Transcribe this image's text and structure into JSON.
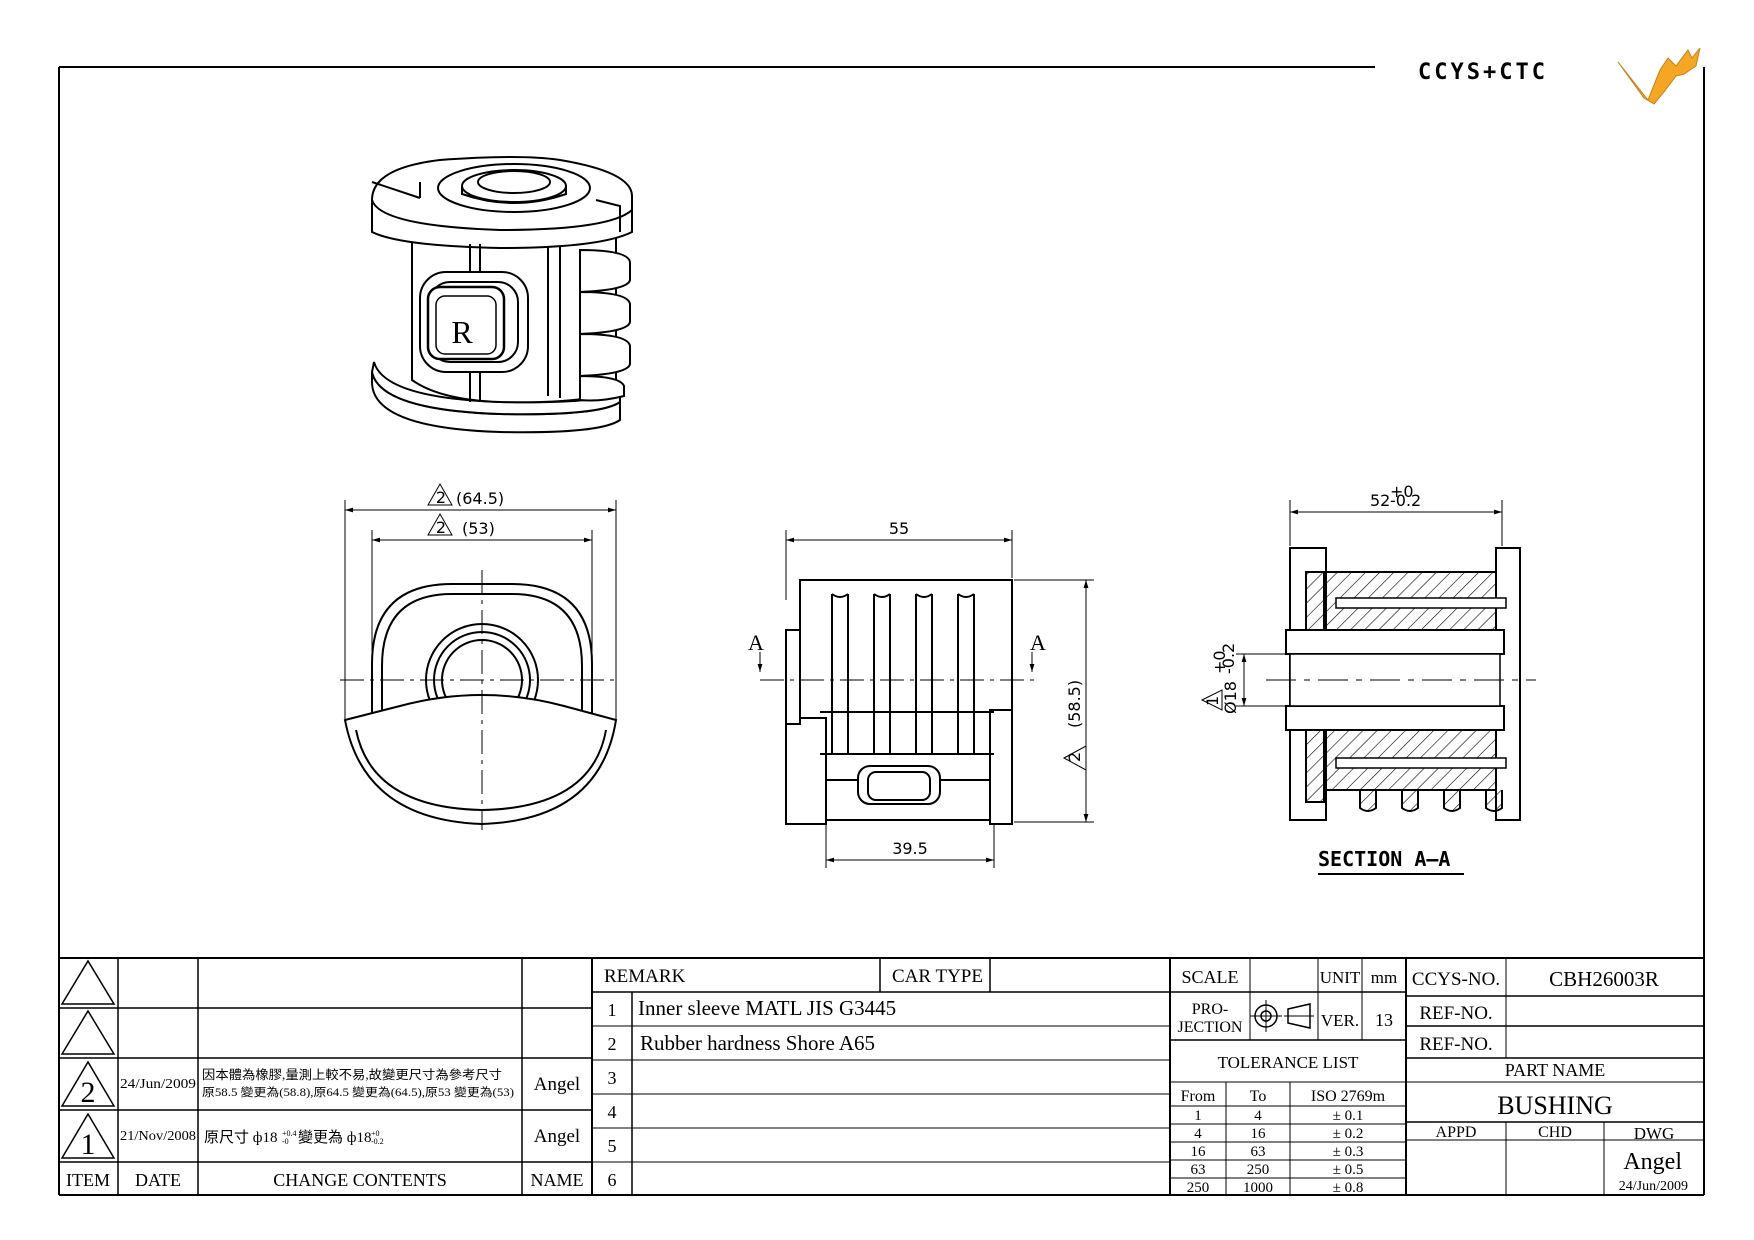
{
  "logo": {
    "text": "CCYS+CTC",
    "mark": "bird-logo-icon",
    "accent": "#f5a623",
    "text_color": "#888888"
  },
  "dimensions": {
    "top_outer": "(64.5)",
    "top_inner": "(53)",
    "front_width": "55",
    "front_height": "(58.5)",
    "front_bottom": "39.5",
    "section_width": "52",
    "section_width_tol_upper": "+0",
    "section_width_tol_lower": "-0.2",
    "section_dia": "Ø18",
    "section_dia_tol_upper": "+0",
    "section_dia_tol_lower": "-0.2",
    "rev_mark_2": "2",
    "rev_mark_1": "1",
    "cut_label": "A"
  },
  "iso_badge": "R",
  "section_title": "SECTION A–A",
  "revisions": {
    "headers": {
      "item": "ITEM",
      "date": "DATE",
      "change": "CHANGE CONTENTS",
      "name": "NAME"
    },
    "rows": [
      {
        "item": "",
        "date": "",
        "change": "",
        "name": ""
      },
      {
        "item": "",
        "date": "",
        "change": "",
        "name": ""
      },
      {
        "item": "2",
        "date": "24/Jun/2009",
        "change_line1": "因本體為橡膠,量測上較不易,故變更尺寸為參考尺寸",
        "change_line2": "原58.5 變更為(58.8),原64.5 變更為(64.5),原53 變更為(53)",
        "name": "Angel"
      },
      {
        "item": "1",
        "date": "21/Nov/2008",
        "change_line1": "原尺寸 ф18",
        "change_mid": "變更為 ф18",
        "name": "Angel"
      }
    ]
  },
  "remarks": {
    "header": "REMARK",
    "car_type_label": "CAR TYPE",
    "car_type_value": "",
    "items": [
      {
        "no": "1",
        "text": "Inner sleeve MATL JIS G3445"
      },
      {
        "no": "2",
        "text": "Rubber hardness Shore A65"
      },
      {
        "no": "3",
        "text": ""
      },
      {
        "no": "4",
        "text": ""
      },
      {
        "no": "5",
        "text": ""
      },
      {
        "no": "6",
        "text": ""
      }
    ]
  },
  "title_block": {
    "scale_label": "SCALE",
    "scale_value": "",
    "unit_label": "UNIT",
    "unit_value": "mm",
    "projection_label_1": "PRO-",
    "projection_label_2": "JECTION",
    "ver_label": "VER.",
    "ver_value": "13",
    "tolerance_title": "TOLERANCE LIST",
    "tolerance_headers": [
      "From",
      "To",
      "ISO 2769m"
    ],
    "tolerance_rows": [
      [
        "1",
        "4",
        "± 0.1"
      ],
      [
        "4",
        "16",
        "± 0.2"
      ],
      [
        "16",
        "63",
        "± 0.3"
      ],
      [
        "63",
        "250",
        "± 0.5"
      ],
      [
        "250",
        "1000",
        "± 0.8"
      ]
    ],
    "ccys_no_label": "CCYS-NO.",
    "ccys_no_value": "CBH26003R",
    "ref_no_label_1": "REF-NO.",
    "ref_no_value_1": "",
    "ref_no_label_2": "REF-NO.",
    "ref_no_value_2": "",
    "part_name_label": "PART NAME",
    "part_name_value": "BUSHING",
    "appd_label": "APPD",
    "chd_label": "CHD",
    "dwg_label": "DWG",
    "dwg_name": "Angel",
    "dwg_date": "24/Jun/2009"
  }
}
